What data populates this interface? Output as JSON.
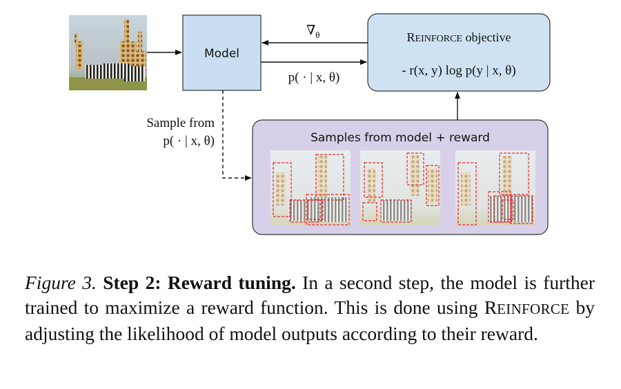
{
  "diagram": {
    "model_label": "Model",
    "gradient_symbol": "∇",
    "gradient_sub": "θ",
    "prob_label": "p( · | x, θ)",
    "objective_title_first": "R",
    "objective_title_rest": "EINFORCE",
    "objective_title_suffix": " objective",
    "objective_formula": "- r(x, y) log p(y | x, θ)",
    "sample_label_line1": "Sample from",
    "sample_label_line2": "p( · | x, θ)",
    "samples_title": "Samples from model + reward",
    "colors": {
      "model_fill": "#c9dff1",
      "objective_fill": "#cfe2f3",
      "samples_fill": "#d8d0e8",
      "box_stroke": "#333333",
      "detection_box": "#e8292a"
    },
    "icons": [
      "giraffe-zebra-photo",
      "sample-photo-1",
      "sample-photo-2",
      "sample-photo-3"
    ]
  },
  "caption": {
    "label": "Figure 3.",
    "title": "Step 2: Reward tuning.",
    "text_1": "In a second step, the model is further trained to maximize a reward function. This is done using",
    "reinforce_first": "R",
    "reinforce_rest": "EINFORCE",
    "text_2": "by adjusting the likelihood of model outputs according to their reward."
  }
}
